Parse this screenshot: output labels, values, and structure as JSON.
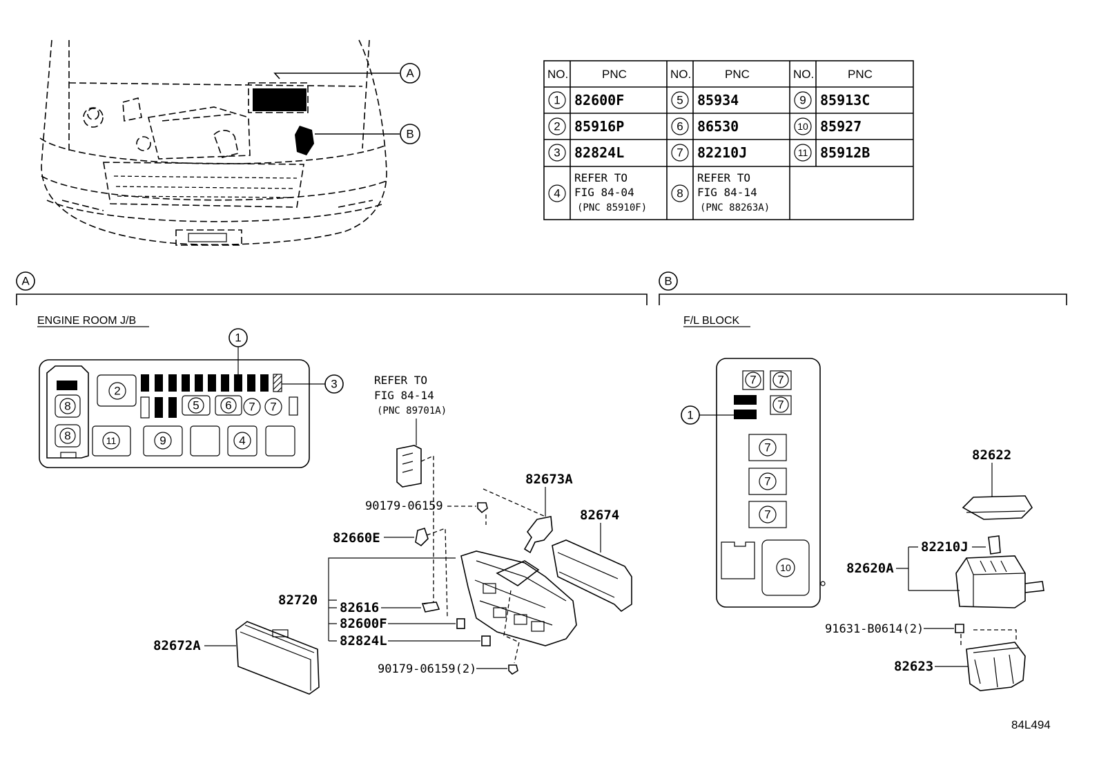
{
  "pnc_table": {
    "header_no": "NO.",
    "header_pnc": "PNC",
    "rows": [
      {
        "no": "1",
        "pnc": "82600F"
      },
      {
        "no": "2",
        "pnc": "85916P"
      },
      {
        "no": "3",
        "pnc": "82824L"
      },
      {
        "no": "4",
        "ref1": "REFER TO",
        "ref2": "FIG 84-04",
        "ref3": "(PNC 85910F)"
      },
      {
        "no": "5",
        "pnc": "85934"
      },
      {
        "no": "6",
        "pnc": "86530"
      },
      {
        "no": "7",
        "pnc": "82210J"
      },
      {
        "no": "8",
        "ref1": "REFER TO",
        "ref2": "FIG 84-14",
        "ref3": "(PNC 88263A)"
      },
      {
        "no": "9",
        "pnc": "85913C"
      },
      {
        "no": "10",
        "pnc": "85927"
      },
      {
        "no": "11",
        "pnc": "85912B"
      }
    ]
  },
  "callouts": {
    "a": "A",
    "b": "B"
  },
  "sections": {
    "a_title": "ENGINE ROOM J/B",
    "b_title": "F/L BLOCK"
  },
  "refer_note": {
    "line1": "REFER TO",
    "line2": "FIG 84-14",
    "line3": "(PNC 89701A)"
  },
  "parts": {
    "p82673A": "82673A",
    "p82674": "82674",
    "p90179_06159": "90179-06159",
    "p82660E": "82660E",
    "p82720": "82720",
    "p82616": "82616",
    "p82600F": "82600F",
    "p82824L": "82824L",
    "p82672A": "82672A",
    "p90179_06159_2": "90179-06159(2)",
    "p82622": "82622",
    "p82210J": "82210J",
    "p82620A": "82620A",
    "p91631": "91631-B0614(2)",
    "p82623": "82623"
  },
  "jb_numbers": {
    "n1": "1",
    "n2": "2",
    "n3": "3",
    "n4": "4",
    "n5": "5",
    "n6": "6",
    "n7": "7",
    "n8": "8",
    "n9": "9",
    "n10": "10",
    "n11": "11"
  },
  "figure_code": "84L494"
}
